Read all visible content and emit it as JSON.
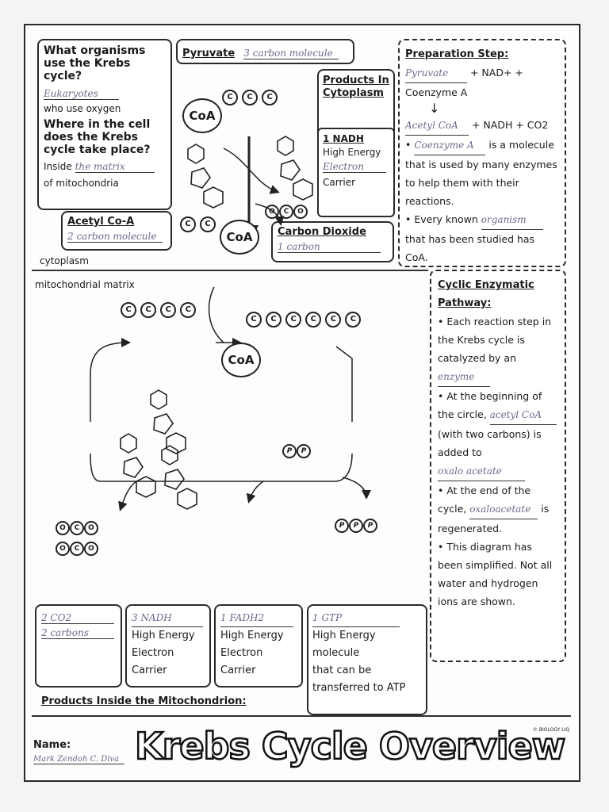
{
  "q1": {
    "question": "What organisms use the Krebs cycle?",
    "answer": "Eukaryotes",
    "note": "who use oxygen",
    "question2": "Where in the cell does the Krebs cycle take place?",
    "inside_label": "Inside",
    "inside_answer": "the matrix",
    "of_label": "of mitochondria"
  },
  "pyruvate": {
    "label": "Pyruvate",
    "answer": "3 carbon molecule"
  },
  "acetyl": {
    "label": "Acetyl Co-A",
    "answer": "2 carbon molecule"
  },
  "co2_box": {
    "label": "Carbon Dioxide",
    "answer": "1 carbon"
  },
  "products_cytoplasm": {
    "title": "Products In Cytoplasm",
    "item": "1 NADH",
    "desc1": "High Energy",
    "desc2_answer": "Electron",
    "desc3": "Carrier"
  },
  "region_labels": {
    "cytoplasm": "cytoplasm",
    "matrix": "mitochondrial matrix"
  },
  "molecule_labels": {
    "coa": "CoA",
    "carbon": "C",
    "oxygen": "O",
    "phosphate": "P",
    "plus": "+"
  },
  "prep": {
    "title": "Preparation Step:",
    "line1_answer": "Pyruvate",
    "line1_rest": "+ NAD+ +",
    "line2": "Coenzyme A",
    "arrow": "↓",
    "line3_answer": "Acetyl CoA",
    "line3_rest": "+ NADH + CO2",
    "bullet1_answer": "Coenzyme A",
    "bullet1_rest": "is a molecule that is used by many enzymes to help them with their reactions.",
    "bullet2_pre": "• Every known",
    "bullet2_answer": "organism",
    "bullet2_rest": "that has been studied has CoA."
  },
  "cyclic": {
    "title": "Cyclic Enzymatic Pathway:",
    "b1": "• Each reaction step in the Krebs cycle is catalyzed by an",
    "b1_answer": "enzyme",
    "b2": "• At the beginning of the circle,",
    "b2_answer": "acetyl CoA",
    "b2_rest": "(with two carbons) is added to",
    "b2_answer2": "oxalo acetate",
    "b3": "• At the end of the cycle,",
    "b3_answer": "oxaloacetate",
    "b3_rest": "is regenerated.",
    "b4": "• This diagram has been simplified. Not all water and hydrogen ions are shown."
  },
  "bottom": {
    "co2_answer": "2 CO2",
    "co2_answer2": "2 carbons",
    "nadh_answer": "3 NADH",
    "fadh_answer": "1 FADH2",
    "gtp_answer": "1 GTP",
    "hec1": "High Energy",
    "hec2": "Electron",
    "hec3": "Carrier",
    "gtp1": "High Energy",
    "gtp2": "molecule",
    "gtp3": "that can be",
    "gtp4": "transferred to ATP",
    "products_label": "Products Inside the Mitochondrion:"
  },
  "footer": {
    "name_label": "Name:",
    "name_value": "Mark Zendoh C. Diva",
    "title": "Krebs Cycle Overview",
    "copyright": "© BIOLOGY LIQ"
  }
}
